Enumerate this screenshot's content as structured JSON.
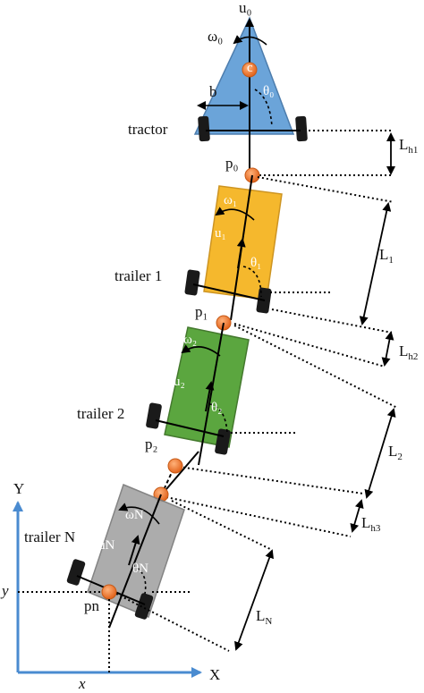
{
  "labels": {
    "u0": "u₀",
    "omega0": "ω₀",
    "c": "c",
    "b": "b",
    "theta0": "θ₀",
    "tractor": "tractor",
    "p0": "p₀",
    "Lh1": "L",
    "Lh1_sub": "h1",
    "omega1": "ω₁",
    "u1": "u₁",
    "theta1": "θ₁",
    "trailer1": "trailer 1",
    "L1": "L",
    "L1_sub": "1",
    "p1": "p₁",
    "Lh2": "L",
    "Lh2_sub": "h2",
    "omega2": "ω₂",
    "u2": "u₂",
    "theta2": "θ₂",
    "trailer2": "trailer 2",
    "p2": "p₂",
    "L2": "L",
    "L2_sub": "2",
    "Lh3": "L",
    "Lh3_sub": "h3",
    "omegaN": "ωN",
    "uN": "uN",
    "thetaN": "θN",
    "trailerN": "trailer N",
    "pn": "pn",
    "LN": "L",
    "LN_sub": "N",
    "Y": "Y",
    "X": "X",
    "x": "x",
    "y": "y"
  },
  "colors": {
    "tractor": "#5b9bd5",
    "trailer1": "#f5b21c",
    "trailer2": "#4e9f2f",
    "trailerN": "#a6a6a6",
    "joint": "#f07a2a",
    "axis": "#5b9bd5"
  }
}
